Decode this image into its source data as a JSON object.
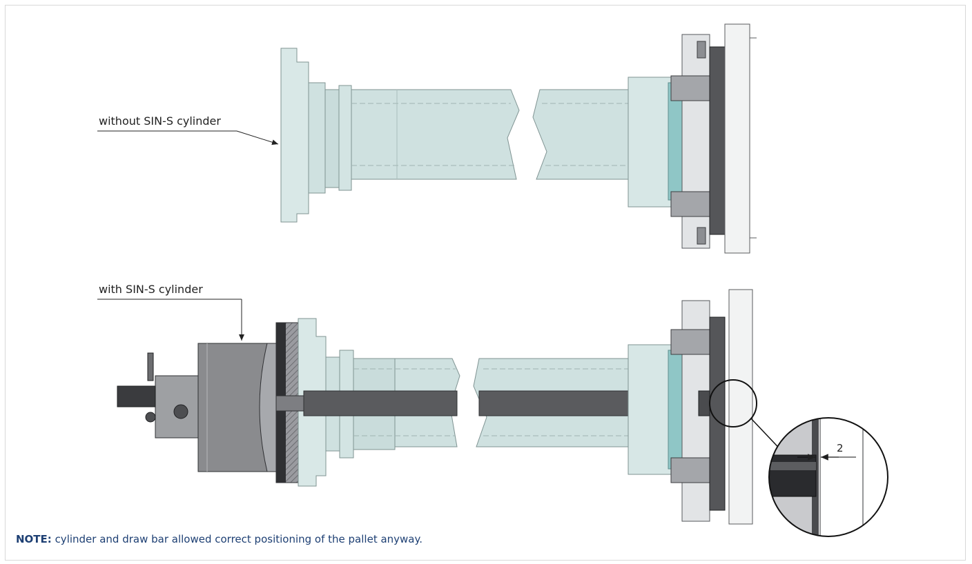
{
  "labels": {
    "without": "without SIN-S cylinder",
    "with": "with SIN-S cylinder"
  },
  "detail": {
    "dimension": "2"
  },
  "note": {
    "prefix": "NOTE:",
    "text": " cylinder and draw bar allowed correct positioning of the pallet anyway."
  },
  "colors": {
    "spindle": "#cfe1e0",
    "spindle_dark": "#b9d0cf",
    "cylinder": "#8a8b8e",
    "drawbar": "#5a5b5e",
    "flange": "#2f3033",
    "note": "#1d3f73",
    "glass": "#8fc6c6"
  }
}
